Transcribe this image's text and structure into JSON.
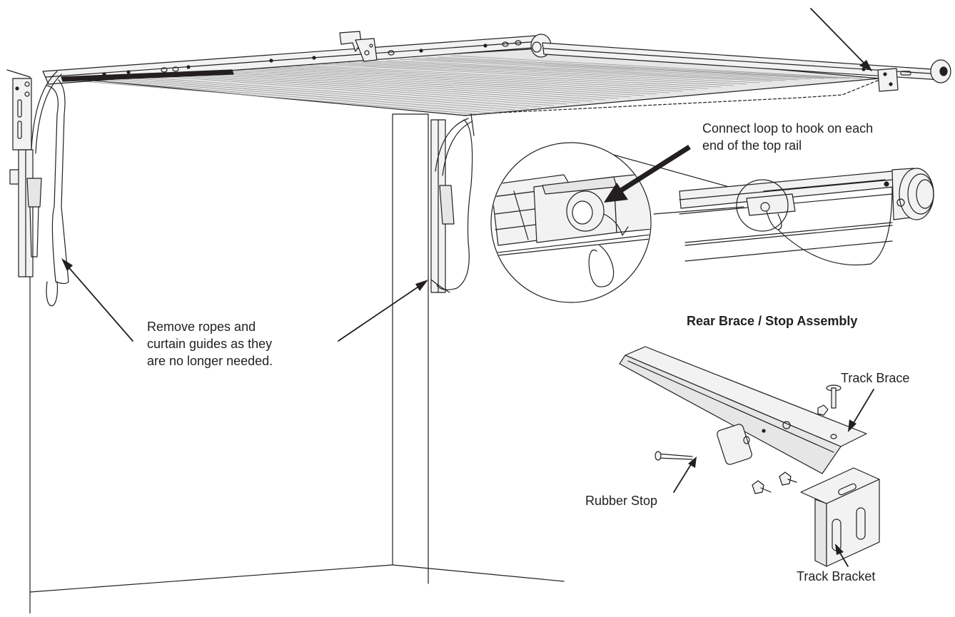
{
  "annotations": {
    "connect_loop": [
      "Connect loop to hook on each",
      "end of the top rail"
    ],
    "remove_ropes": [
      "Remove ropes and",
      "curtain guides as they",
      "are no longer needed."
    ],
    "rubber_stop": "Rubber Stop",
    "track_brace": "Track Brace",
    "track_bracket": "Track Bracket"
  },
  "assembly": {
    "title": "Rear Brace / Stop Assembly"
  },
  "colors": {
    "line": "#231f20",
    "panel_fill": "#e6e6e6",
    "metal_fill": "#f2f2f2"
  }
}
